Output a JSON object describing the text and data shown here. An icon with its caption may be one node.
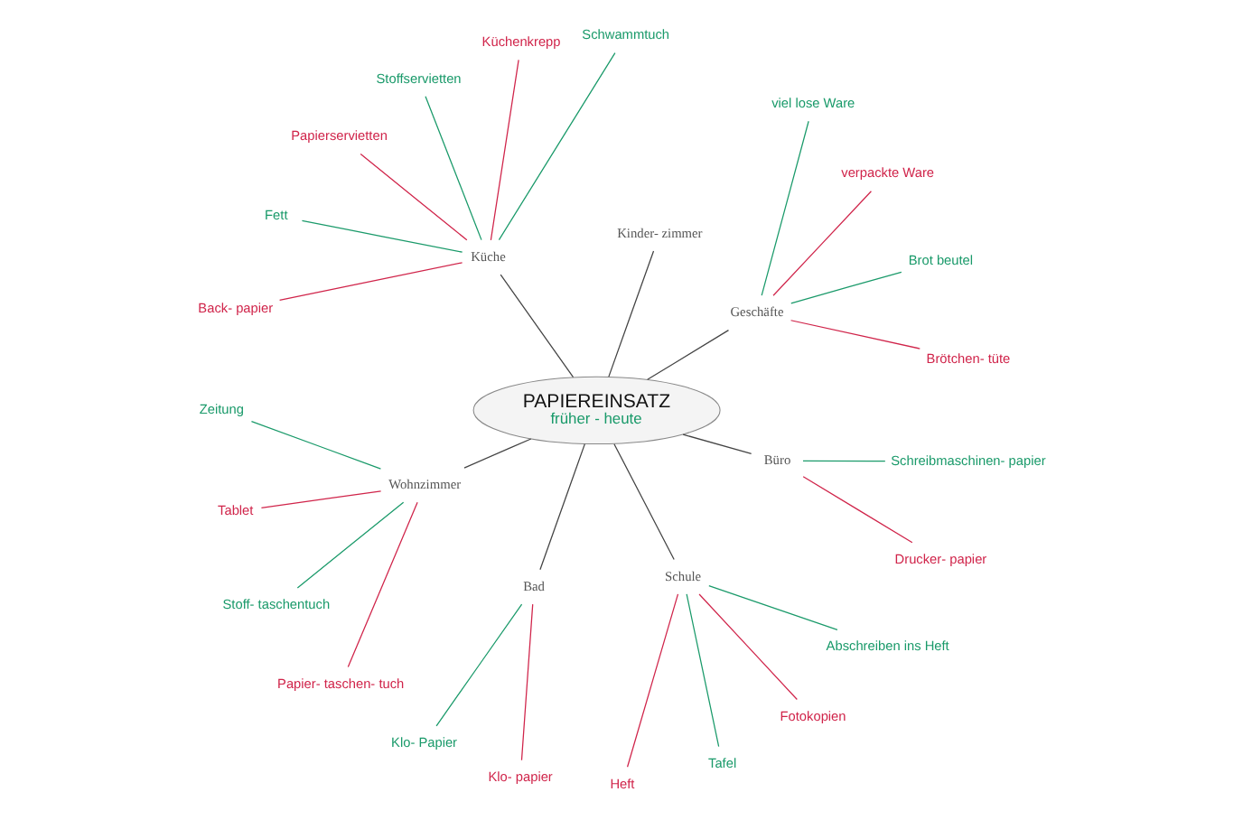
{
  "diagram": {
    "nodes": [
      {
        "text": [
          "PAPIEREINSATZ",
          "früher - heute"
        ]
      },
      {
        "text": [
          "Geschäfte"
        ]
      },
      {
        "text": [
          "Brötchen- tüte"
        ]
      },
      {
        "text": [
          "Brot beutel"
        ]
      },
      {
        "text": [
          "verpackte Ware"
        ]
      },
      {
        "text": [
          "viel lose Ware"
        ]
      },
      {
        "text": [
          "Kinder- zimmer"
        ]
      },
      {
        "text": [
          "Küche"
        ]
      },
      {
        "text": [
          "Schwammtuch"
        ]
      },
      {
        "text": [
          "Küchenkrepp"
        ]
      },
      {
        "text": [
          "Stoffservietten"
        ]
      },
      {
        "text": [
          "Papierservietten"
        ]
      },
      {
        "text": [
          "Fett"
        ]
      },
      {
        "text": [
          "Back- papier"
        ]
      },
      {
        "text": [
          "Wohnzimmer"
        ]
      },
      {
        "text": [
          "Zeitung"
        ]
      },
      {
        "text": [
          "Tablet"
        ]
      },
      {
        "text": [
          "Stoff- taschentuch"
        ]
      },
      {
        "text": [
          "Papier- taschen- tuch"
        ]
      },
      {
        "text": [
          "Bad"
        ]
      },
      {
        "text": [
          "Klo- Papier"
        ]
      },
      {
        "text": [
          "Klo- papier"
        ]
      },
      {
        "text": [
          "Schule"
        ]
      },
      {
        "text": [
          "Heft"
        ]
      },
      {
        "text": [
          "Tafel"
        ]
      },
      {
        "text": [
          "Fotokopien"
        ]
      },
      {
        "text": [
          "Abschreiben ins Heft"
        ]
      },
      {
        "text": [
          "Büro"
        ]
      },
      {
        "text": [
          "Drucker- papier"
        ]
      },
      {
        "text": [
          "Schreibmaschinen- papier"
        ]
      }
    ],
    "edges": [
      {
        "from": 0,
        "to": 1,
        "arrow": "none",
        "color": "#444444"
      },
      {
        "from": 1,
        "to": 2,
        "arrow": "none",
        "color": "#d0244a"
      },
      {
        "from": 1,
        "to": 3,
        "arrow": "none",
        "color": "#1a9a6a"
      },
      {
        "from": 1,
        "to": 4,
        "arrow": "none",
        "color": "#d0244a"
      },
      {
        "from": 1,
        "to": 5,
        "arrow": "none",
        "color": "#1a9a6a"
      },
      {
        "from": 0,
        "to": 6,
        "arrow": "none",
        "color": "#444444"
      },
      {
        "from": 0,
        "to": 7,
        "arrow": "none",
        "color": "#444444"
      },
      {
        "from": 7,
        "to": 8,
        "arrow": "none",
        "color": "#1a9a6a"
      },
      {
        "from": 7,
        "to": 9,
        "arrow": "none",
        "color": "#d0244a"
      },
      {
        "from": 7,
        "to": 10,
        "arrow": "none",
        "color": "#1a9a6a"
      },
      {
        "from": 7,
        "to": 11,
        "arrow": "none",
        "color": "#d0244a"
      },
      {
        "from": 7,
        "to": 12,
        "arrow": "none",
        "color": "#1a9a6a"
      },
      {
        "from": 7,
        "to": 13,
        "arrow": "none",
        "color": "#d0244a"
      },
      {
        "from": 0,
        "to": 14,
        "arrow": "none",
        "color": "#444444"
      },
      {
        "from": 14,
        "to": 15,
        "arrow": "none",
        "color": "#1a9a6a"
      },
      {
        "from": 14,
        "to": 16,
        "arrow": "none",
        "color": "#d0244a"
      },
      {
        "from": 14,
        "to": 17,
        "arrow": "none",
        "color": "#1a9a6a"
      },
      {
        "from": 14,
        "to": 18,
        "arrow": "none",
        "color": "#d0244a"
      },
      {
        "from": 0,
        "to": 19,
        "arrow": "none",
        "color": "#444444"
      },
      {
        "from": 19,
        "to": 20,
        "arrow": "none",
        "color": "#1a9a6a"
      },
      {
        "from": 19,
        "to": 21,
        "arrow": "none",
        "color": "#d0244a"
      },
      {
        "from": 0,
        "to": 22,
        "arrow": "none",
        "color": "#444444"
      },
      {
        "from": 22,
        "to": 23,
        "arrow": "none",
        "color": "#d0244a"
      },
      {
        "from": 22,
        "to": 24,
        "arrow": "none",
        "color": "#1a9a6a"
      },
      {
        "from": 22,
        "to": 25,
        "arrow": "none",
        "color": "#d0244a"
      },
      {
        "from": 22,
        "to": 26,
        "arrow": "none",
        "color": "#1a9a6a"
      },
      {
        "from": 0,
        "to": 27,
        "arrow": "none",
        "color": "#444444"
      },
      {
        "from": 27,
        "to": 28,
        "arrow": "none",
        "color": "#d0244a"
      },
      {
        "from": 27,
        "to": 29,
        "arrow": "none",
        "color": "#1a9a6a"
      }
    ]
  }
}
